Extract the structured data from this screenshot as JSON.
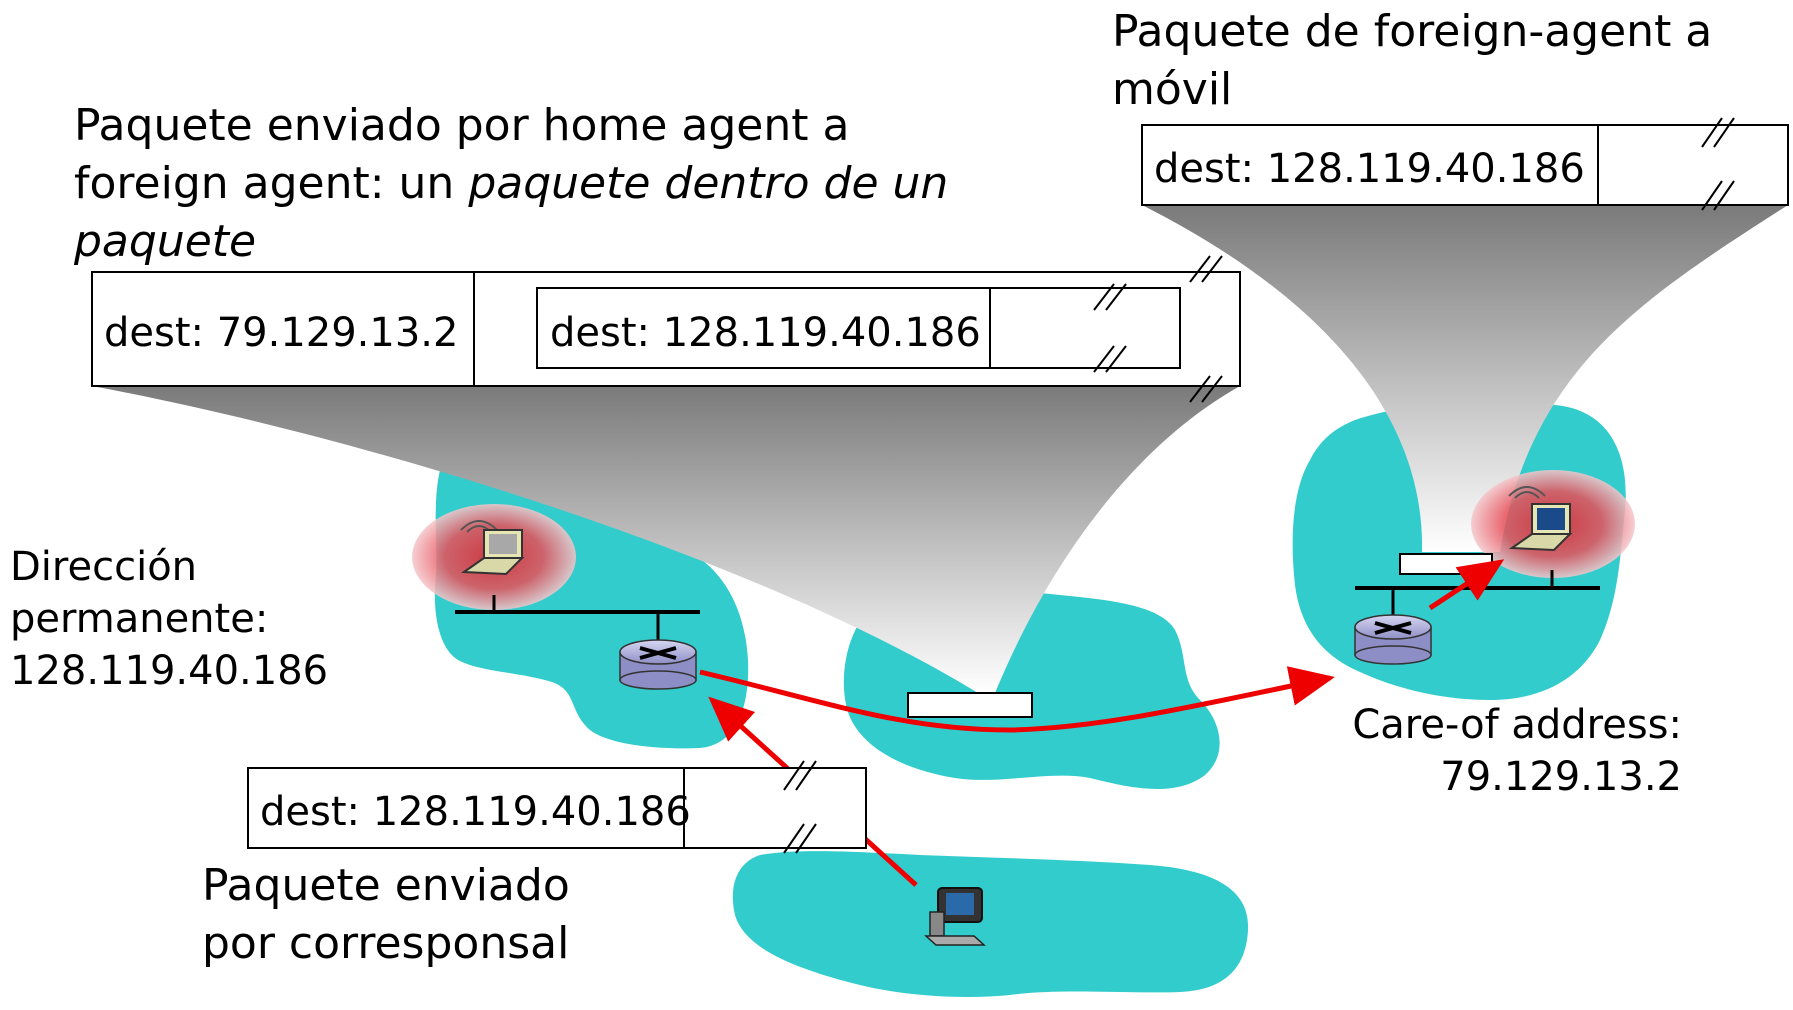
{
  "captions": {
    "home_to_foreign": {
      "line1": "Paquete enviado por home agent a",
      "line2_prefix": "foreign agent: un ",
      "line2_italic": "paquete dentro de un",
      "line3_italic": "paquete"
    },
    "foreign_to_mobile": {
      "line1": "Paquete de foreign-agent a",
      "line2": "móvil"
    },
    "permanent_address": {
      "line1": "Dirección",
      "line2": "permanente:",
      "line3": "128.119.40.186"
    },
    "care_of": {
      "line1": "Care-of address:",
      "line2": "79.129.13.2"
    },
    "correspondent_packet": {
      "line1": "Paquete enviado",
      "line2": "por corresponsal"
    }
  },
  "packets": {
    "outer_dest": "dest: 79.129.13.2",
    "inner_dest": "dest: 128.119.40.186",
    "mobile_dest": "dest: 128.119.40.186",
    "correspondent_dest": "dest: 128.119.40.186"
  },
  "colors": {
    "network": "#33CCCC",
    "arrow": "#EE0000",
    "router": "#B6B6E0",
    "glow": "#E8202A"
  },
  "icons": {
    "router": "router-icon",
    "laptop": "wireless-laptop-icon",
    "desktop": "desktop-computer-icon"
  }
}
